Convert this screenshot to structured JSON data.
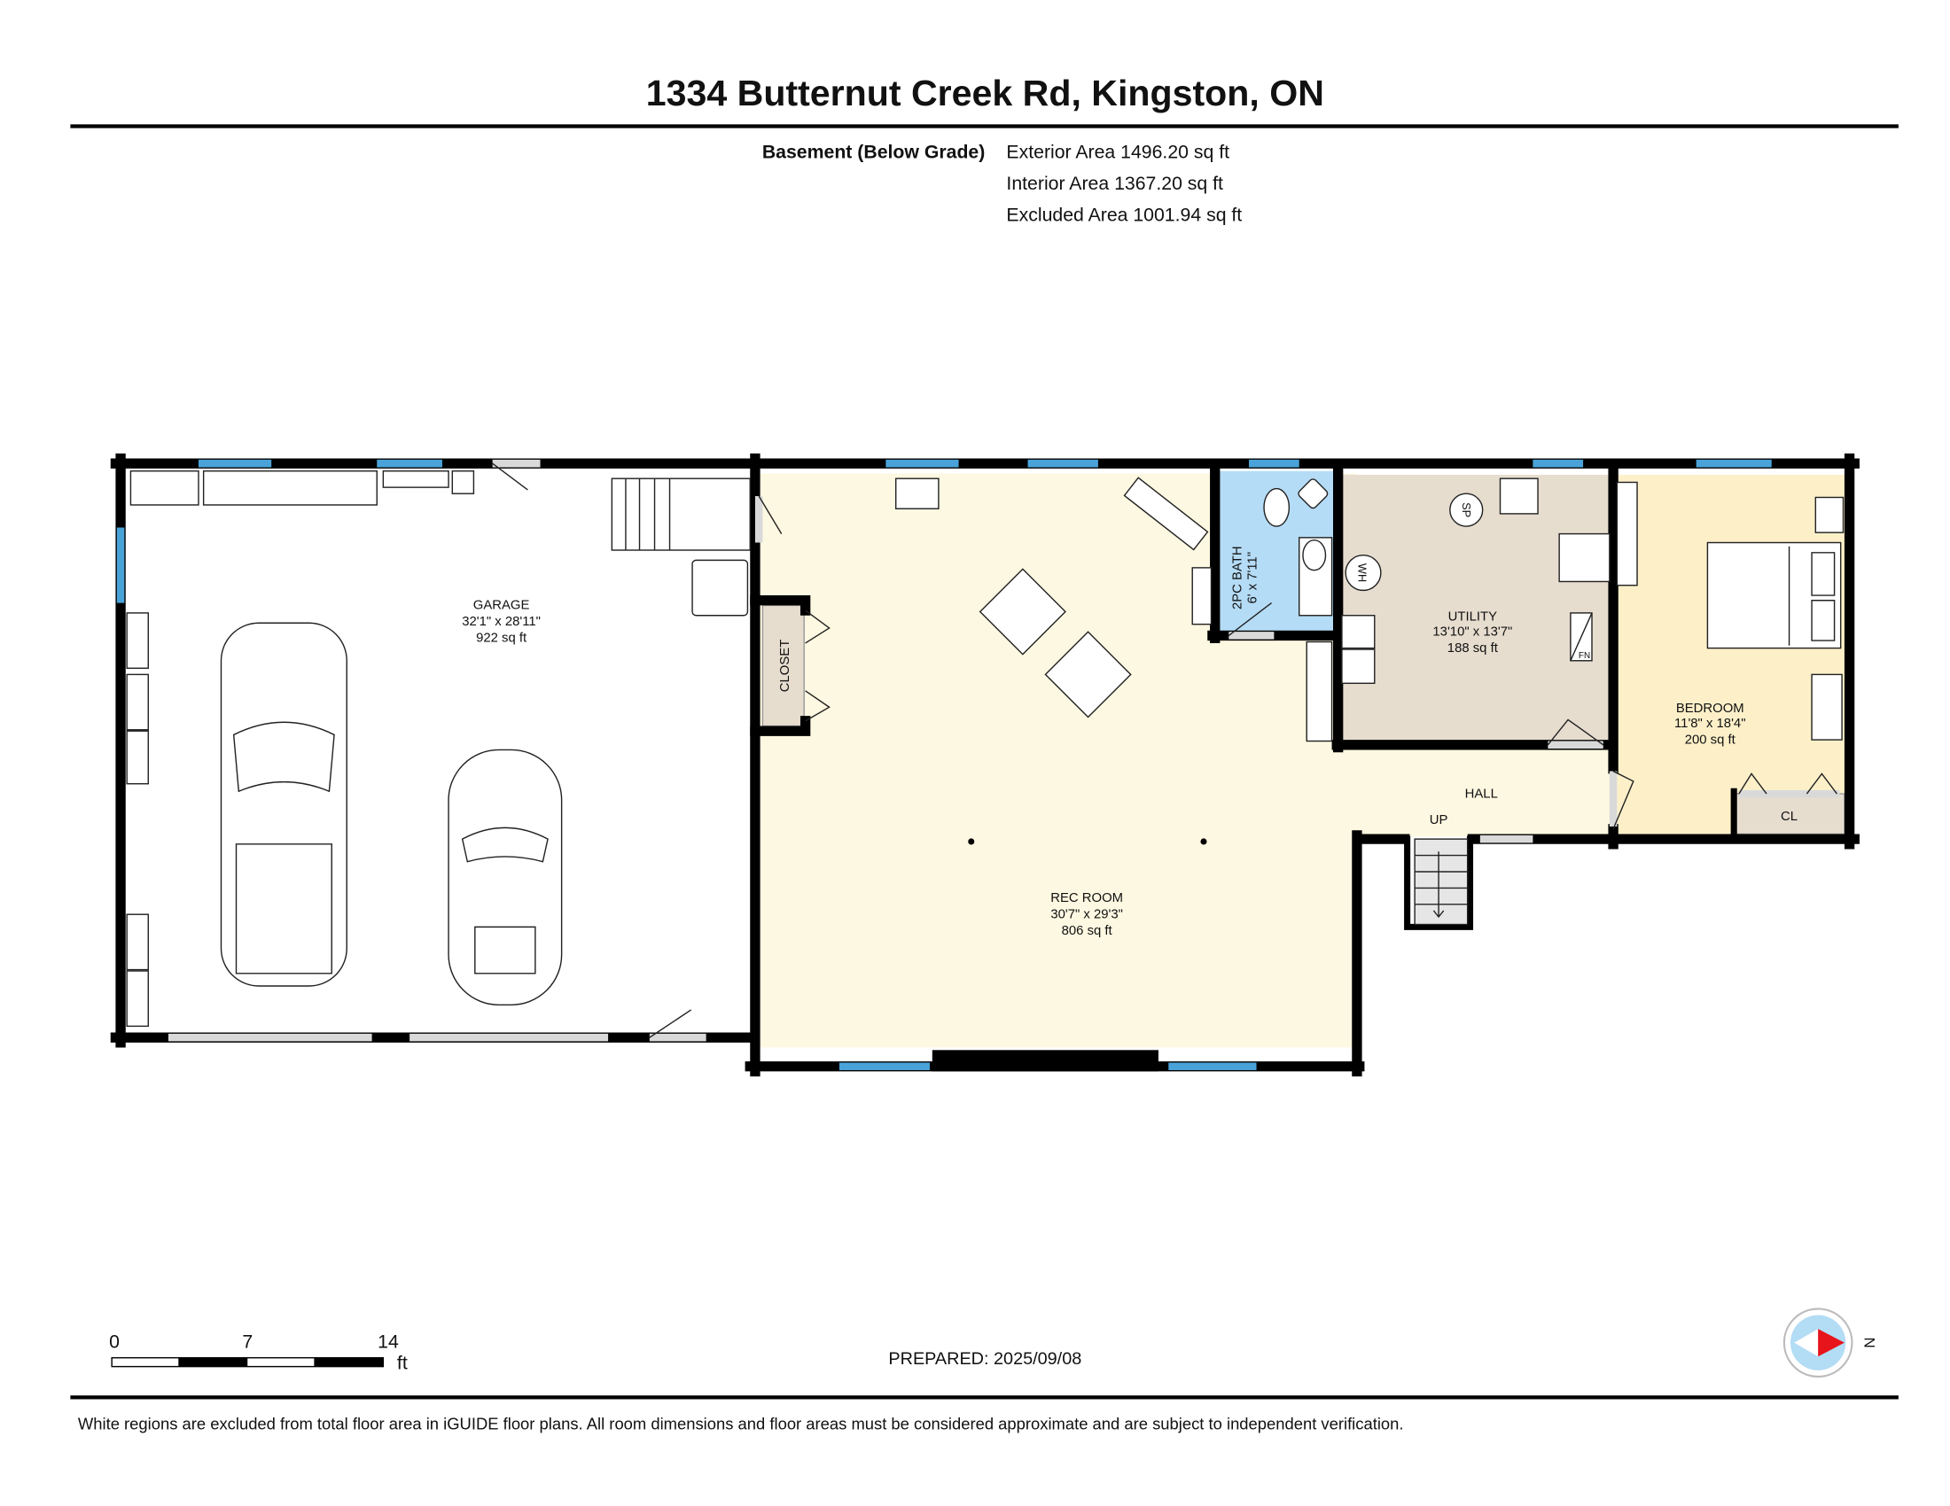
{
  "header": {
    "title": "1334 Butternut Creek Rd, Kingston, ON",
    "level_label": "Basement (Below Grade)",
    "exterior_area": "Exterior Area 1496.20 sq ft",
    "interior_area": "Interior Area 1367.20 sq ft",
    "excluded_area": "Excluded Area 1001.94 sq ft"
  },
  "rooms": {
    "garage": {
      "name": "GARAGE",
      "dims": "32'1\" x 28'11\"",
      "area": "922 sq ft"
    },
    "rec_room": {
      "name": "REC ROOM",
      "dims": "30'7\" x 29'3\"",
      "area": "806 sq ft"
    },
    "bath": {
      "name": "2PC BATH",
      "dims": "6' x 7'11\""
    },
    "utility": {
      "name": "UTILITY",
      "dims": "13'10\" x 13'7\"",
      "area": "188 sq ft"
    },
    "bedroom": {
      "name": "BEDROOM",
      "dims": "11'8\" x 18'4\"",
      "area": "200 sq ft"
    },
    "hall": {
      "name": "HALL"
    },
    "closet": {
      "name": "CLOSET"
    },
    "cl": {
      "name": "CL"
    },
    "stairs": {
      "name": "UP"
    }
  },
  "fixtures": {
    "water_heater": "WH",
    "sump_pump": "SP",
    "furnace": "FN"
  },
  "colors": {
    "rec_room": "#fdf8e1",
    "bath": "#b5dcf6",
    "utility": "#e7ddcf",
    "bedroom": "#fdf0c9",
    "window": "#4aa3d8",
    "compass_arrow": "#e8141b"
  },
  "scale": {
    "ticks": [
      "0",
      "7",
      "14"
    ],
    "unit": "ft"
  },
  "footer": {
    "prepared": "PREPARED: 2025/09/08",
    "compass_label": "N",
    "disclaimer": "White regions are excluded from total floor area in iGUIDE floor plans. All room dimensions and floor areas must be considered approximate and are subject to independent verification."
  }
}
